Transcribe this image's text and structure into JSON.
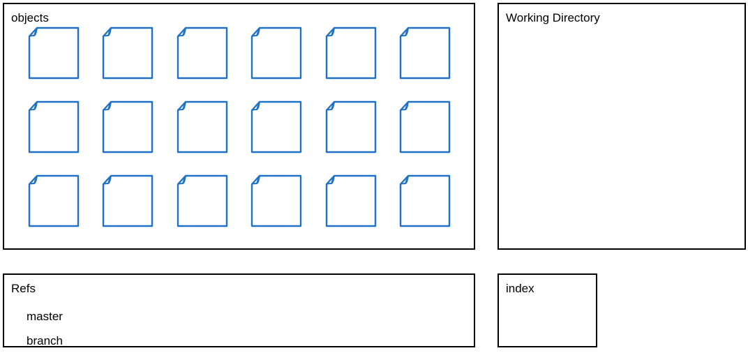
{
  "colors": {
    "file_stroke": "#1f72c6",
    "border": "#000000",
    "background": "#ffffff"
  },
  "objects_panel": {
    "title": "objects",
    "file_icon": "document-icon",
    "rows": 3,
    "columns": 6
  },
  "working_directory_panel": {
    "title": "Working Directory"
  },
  "refs_panel": {
    "title": "Refs",
    "items": [
      "master",
      "branch"
    ]
  },
  "index_panel": {
    "title": "index"
  }
}
